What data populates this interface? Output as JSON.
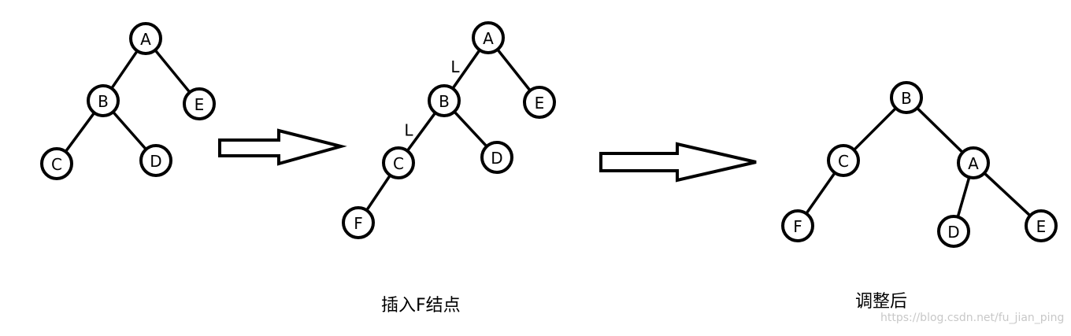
{
  "stages": [
    {
      "nodes": [
        {
          "id": "A",
          "label": "A"
        },
        {
          "id": "B",
          "label": "B"
        },
        {
          "id": "E",
          "label": "E"
        },
        {
          "id": "C",
          "label": "C"
        },
        {
          "id": "D",
          "label": "D"
        }
      ],
      "edges": [
        [
          "A",
          "B"
        ],
        [
          "A",
          "E"
        ],
        [
          "B",
          "C"
        ],
        [
          "B",
          "D"
        ]
      ],
      "edge_labels": []
    },
    {
      "nodes": [
        {
          "id": "A",
          "label": "A"
        },
        {
          "id": "B",
          "label": "B"
        },
        {
          "id": "E",
          "label": "E"
        },
        {
          "id": "C",
          "label": "C"
        },
        {
          "id": "D",
          "label": "D"
        },
        {
          "id": "F",
          "label": "F"
        }
      ],
      "edges": [
        [
          "A",
          "B"
        ],
        [
          "A",
          "E"
        ],
        [
          "B",
          "C"
        ],
        [
          "B",
          "D"
        ],
        [
          "C",
          "F"
        ]
      ],
      "edge_labels": [
        {
          "edge": [
            "A",
            "B"
          ],
          "label": "L"
        },
        {
          "edge": [
            "B",
            "C"
          ],
          "label": "L"
        }
      ]
    },
    {
      "nodes": [
        {
          "id": "B",
          "label": "B"
        },
        {
          "id": "C",
          "label": "C"
        },
        {
          "id": "A",
          "label": "A"
        },
        {
          "id": "F",
          "label": "F"
        },
        {
          "id": "D",
          "label": "D"
        },
        {
          "id": "E",
          "label": "E"
        }
      ],
      "edges": [
        [
          "B",
          "C"
        ],
        [
          "B",
          "A"
        ],
        [
          "C",
          "F"
        ],
        [
          "A",
          "D"
        ],
        [
          "A",
          "E"
        ]
      ],
      "edge_labels": []
    }
  ],
  "captions": {
    "insert": "插入F结点",
    "adjusted": "调整后"
  },
  "watermark": "https://blog.csdn.net/fu_jian_ping"
}
